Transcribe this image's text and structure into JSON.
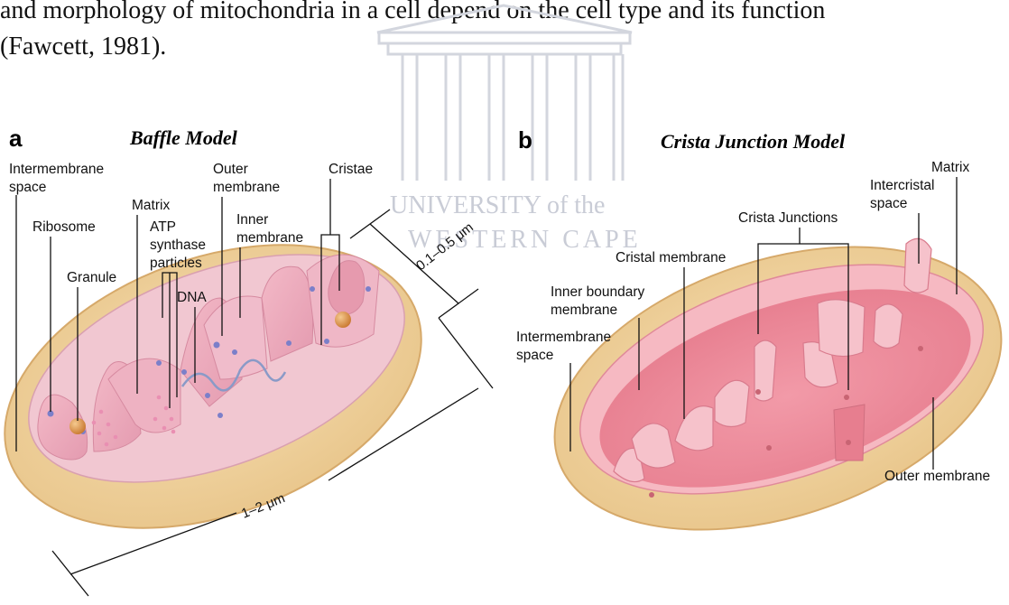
{
  "text": {
    "line1": "and morphology of mitochondria in a cell depend on the cell type and its function",
    "line2": "(Fawcett, 1981)."
  },
  "watermark": {
    "line1": "UNIVERSITY of the",
    "line2": "WESTERN CAPE"
  },
  "figure": {
    "panel_a": {
      "letter": "a",
      "title": "Baffle  Model",
      "labels": {
        "intermembrane_1": "Intermembrane",
        "intermembrane_2": "space",
        "ribosome": "Ribosome",
        "granule": "Granule",
        "matrix": "Matrix",
        "atp_1": "ATP",
        "atp_2": "synthase",
        "atp_3": "particles",
        "dna": "DNA",
        "outer_1": "Outer",
        "outer_2": "membrane",
        "inner_1": "Inner",
        "inner_2": "membrane",
        "cristae": "Cristae",
        "width_dim": "0.1–0.5 μm",
        "length_dim": "1–2 μm"
      }
    },
    "panel_b": {
      "letter": "b",
      "title": "Crista Junction Model",
      "labels": {
        "matrix": "Matrix",
        "intercristal_1": "Intercristal",
        "intercristal_2": "space",
        "crista_junctions": "Crista Junctions",
        "cristal_membrane": "Cristal membrane",
        "inner_boundary_1": "Inner boundary",
        "inner_boundary_2": "membrane",
        "intermembrane_1": "Intermembrane",
        "intermembrane_2": "space",
        "outer_membrane": "Outer membrane"
      }
    }
  }
}
